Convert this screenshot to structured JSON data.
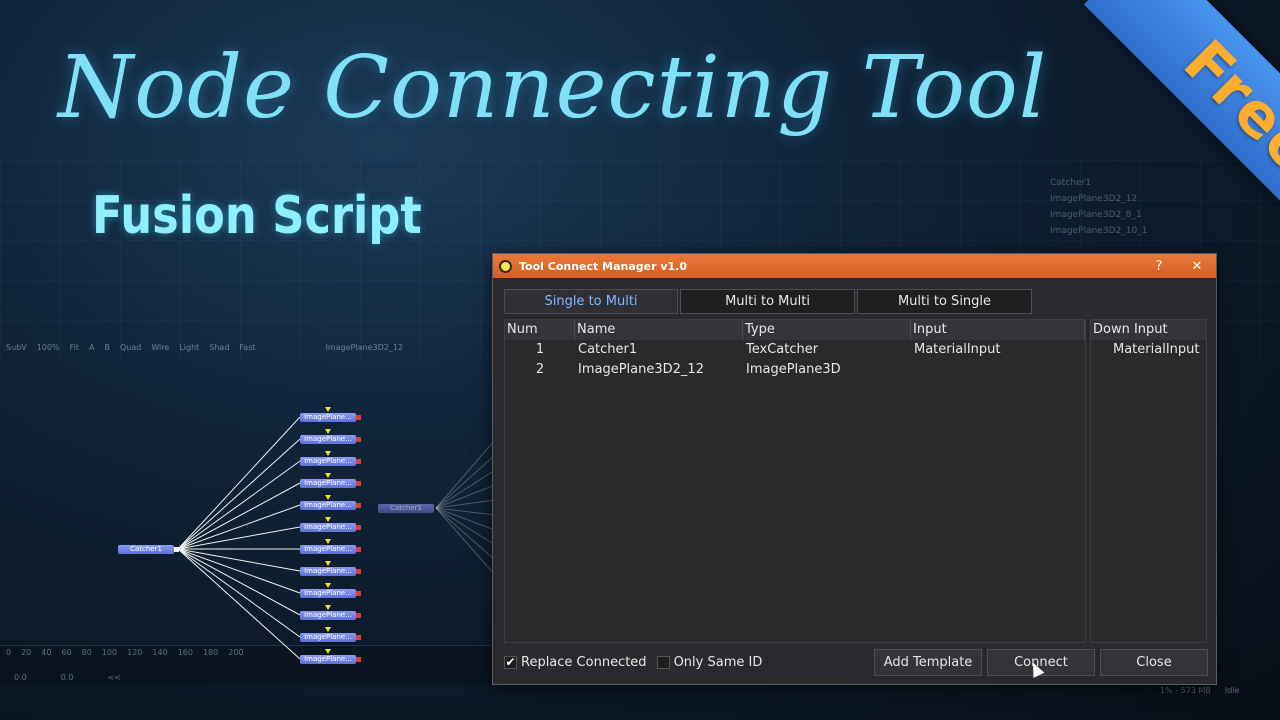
{
  "banner": {
    "headline": "Node Connecting Tool",
    "subhead": "Fusion Script",
    "ribbon": "Free"
  },
  "background": {
    "viewer_bar": [
      "SubV",
      "100%",
      "Fit",
      "A",
      "B",
      "Quad",
      "Wire",
      "Light",
      "Shad",
      "Fast"
    ],
    "viewer_title": "ImagePlane3D2_12",
    "timeline_ticks": [
      "0",
      "20",
      "40",
      "60",
      "80",
      "100",
      "120",
      "140",
      "160",
      "180",
      "200"
    ],
    "timeline_values": [
      "0.0",
      "0.0",
      "<<"
    ],
    "status": [
      "1% - 573 MB",
      "Idle"
    ],
    "side_list": [
      "Catcher1",
      "ImagePlane3D2_12",
      "ImagePlane3D2_8_1",
      "ImagePlane3D2_10_1"
    ]
  },
  "graph": {
    "source_node": "Catcher1",
    "target_label": "ImagePlane...",
    "secondary_node": "Catcher1",
    "target_count": 12
  },
  "dialog": {
    "title": "Tool Connect Manager v1.0",
    "help": "?",
    "close": "✕",
    "tabs": [
      "Single to Multi",
      "Multi to Multi",
      "Multi to Single"
    ],
    "active_tab": 0,
    "columns": [
      "Num",
      "Name",
      "Type",
      "Input"
    ],
    "rows": [
      {
        "num": "1",
        "name": "Catcher1",
        "type": "TexCatcher",
        "input": "MaterialInput"
      },
      {
        "num": "2",
        "name": "ImagePlane3D2_12",
        "type": "ImagePlane3D",
        "input": ""
      }
    ],
    "down_column": "Down Input",
    "down_rows": [
      "MaterialInput"
    ],
    "options": {
      "replace_connected": {
        "label": "Replace Connected",
        "checked": true,
        "mark": "✔"
      },
      "only_same_id": {
        "label": "Only Same ID",
        "checked": false
      }
    },
    "buttons": {
      "add_template": "Add Template",
      "connect": "Connect",
      "close": "Close"
    }
  },
  "colors": {
    "headline": "#7fe0f6",
    "ribbon": "#3a80dc",
    "ribbon_text": "#ffad2e",
    "titlebar": "#e06a2c",
    "active_tab": "#7fb6ff"
  }
}
